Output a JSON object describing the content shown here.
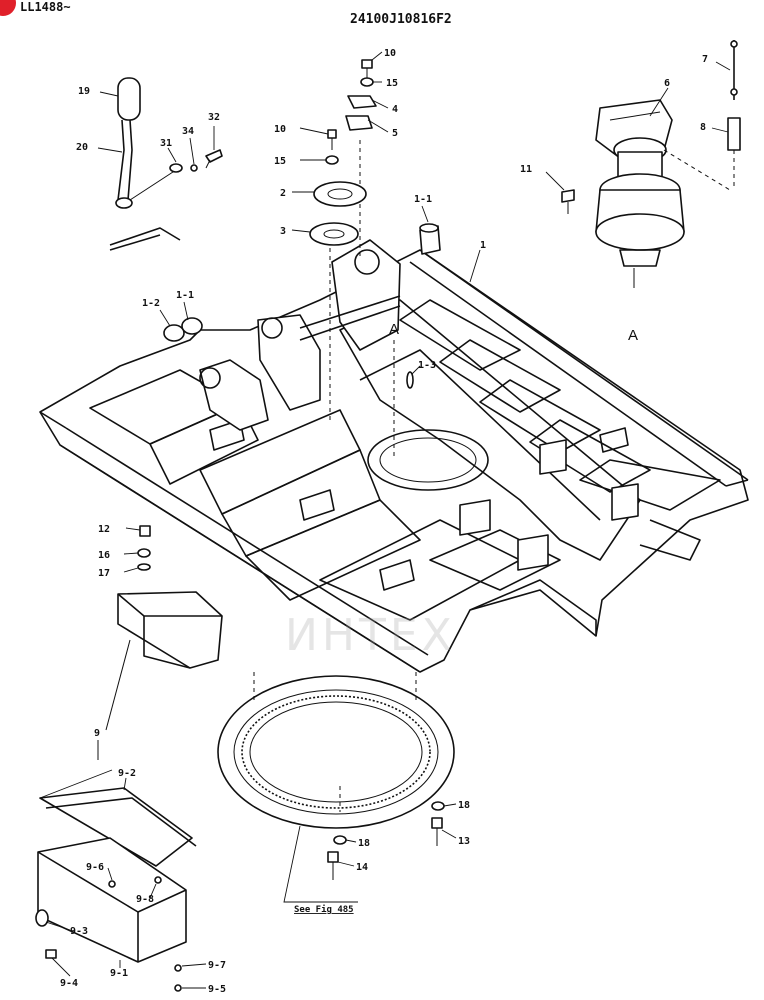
{
  "header": {
    "serial_range": "LL1488~",
    "drawing_number": "24100J10816F2",
    "badge_color": "#e0202a"
  },
  "watermark": {
    "text": "ИНТЕХ",
    "logo_color": "#e0202a"
  },
  "view_markers": {
    "main": "A",
    "detail": "A"
  },
  "reference": {
    "text": "See Fig 485"
  },
  "callouts": [
    "10",
    "15",
    "4",
    "5",
    "10",
    "15",
    "2",
    "3",
    "1-1",
    "1",
    "1-1",
    "1-2",
    "1-3",
    "19",
    "20",
    "31",
    "34",
    "32",
    "6",
    "7",
    "8",
    "11",
    "12",
    "16",
    "17",
    "9",
    "9-2",
    "9-6",
    "9-8",
    "9-3",
    "9-1",
    "9-4",
    "9-7",
    "9-5",
    "18",
    "18",
    "13",
    "14"
  ]
}
